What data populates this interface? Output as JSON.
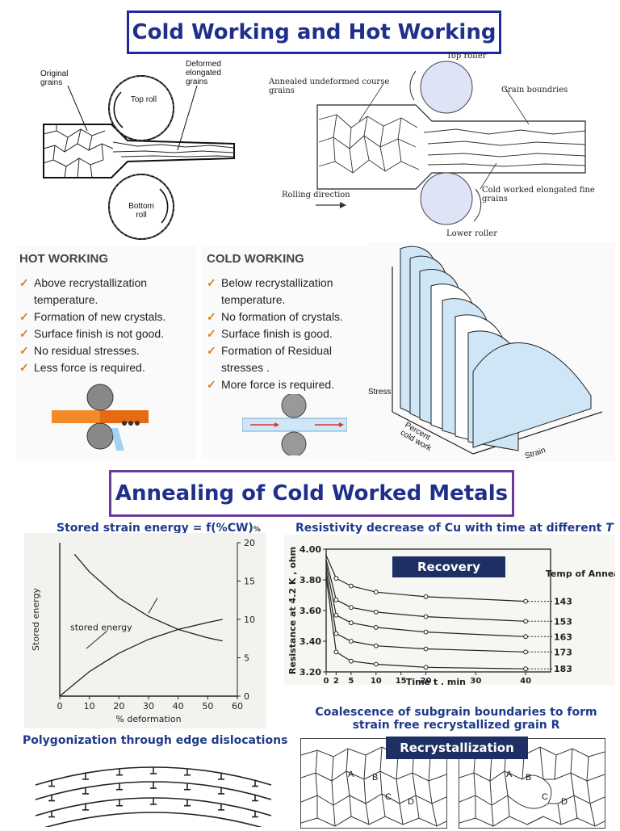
{
  "title_top": "Cold Working and Hot Working",
  "title_mid": "Annealing of Cold Worked Metals",
  "rolling_left": {
    "original_grains": "Original grains",
    "deformed_grains": "Deformed elongated grains",
    "top_roll": "Top roll",
    "bottom_roll": "Bottom roll"
  },
  "rolling_right": {
    "top_roller": "Top roller",
    "annealed": "Annealed undeformed course grains",
    "grain_boundries": "Grain boundries",
    "rolling_direction": "Rolling direction",
    "cold_worked": "Cold worked elongated fine grains",
    "lower_roller": "Lower roller"
  },
  "hot_working": {
    "heading": "HOT WORKING",
    "items": [
      "Above recrystallization temperature.",
      "Formation of new crystals.",
      "Surface finish is not good.",
      "No residual stresses.",
      "Less force is required."
    ]
  },
  "cold_working": {
    "heading": "COLD WORKING",
    "items": [
      "Below recrystallization temperature.",
      "No formation of crystals.",
      "Surface finish is good.",
      "Formation of Residual stresses .",
      "More force is required."
    ]
  },
  "stress_plot": {
    "stress": "Stress",
    "percent": "Percent cold work",
    "strain": "Strain"
  },
  "energy_chart": {
    "caption": "Stored strain energy = f(%CW)",
    "ylabel": "Stored energy",
    "curve_label": "stored energy",
    "xlabel": "% deformation",
    "right_unit": "%",
    "xticks": [
      "0",
      "10",
      "20",
      "30",
      "40",
      "50",
      "60"
    ],
    "rticks": [
      "20",
      "15",
      "10",
      "5",
      "0"
    ]
  },
  "resist_chart": {
    "caption_prefix": "Resistivity decrease of Cu with time at different ",
    "caption_T": "T",
    "badge": "Recovery",
    "ylabel": "Resistance at 4.2 K , ohm",
    "xlabel": "Time t , min",
    "legend_title": "Temp of Anneal, K",
    "yticks": [
      "4.00",
      "3.80",
      "3.60",
      "3.40",
      "3.20"
    ],
    "xticks": [
      "0",
      "2",
      "5",
      "10",
      "15",
      "20",
      "30",
      "40"
    ]
  },
  "poly_caption": "Polygonization through edge dislocations",
  "coalescence_caption": "Coalescence of subgrain boundaries to form strain free recrystallized grain R",
  "recryst_badge": "Recrystallization",
  "grain_labels": [
    "A",
    "B",
    "C",
    "D"
  ],
  "chart_data": [
    {
      "type": "line",
      "title": "Stored strain energy = f(%CW)",
      "xlabel": "% deformation",
      "ylabel": "Stored energy",
      "xlim": [
        0,
        60
      ],
      "series": [
        {
          "name": "stored energy",
          "x": [
            0,
            10,
            20,
            30,
            40,
            50,
            55
          ],
          "y": [
            0.0,
            3.2,
            5.6,
            7.4,
            8.7,
            9.6,
            10.0
          ]
        },
        {
          "x": [
            5,
            10,
            20,
            30,
            40,
            50,
            55
          ],
          "y": [
            18.5,
            16.2,
            12.8,
            10.4,
            8.7,
            7.6,
            7.2
          ]
        }
      ],
      "y_right_ticks": [
        0,
        5,
        10,
        15,
        20
      ]
    },
    {
      "type": "line",
      "title": "Resistivity decrease of Cu with time at different T",
      "xlabel": "Time t , min",
      "ylabel": "Resistance at 4.2 K , ohm",
      "xlim": [
        0,
        45
      ],
      "ylim": [
        3.2,
        4.0
      ],
      "series": [
        {
          "name": "143",
          "x": [
            0,
            2,
            5,
            10,
            20,
            40
          ],
          "y": [
            3.96,
            3.81,
            3.76,
            3.72,
            3.69,
            3.66
          ]
        },
        {
          "name": "153",
          "x": [
            0,
            2,
            5,
            10,
            20,
            40
          ],
          "y": [
            3.93,
            3.67,
            3.62,
            3.59,
            3.56,
            3.53
          ]
        },
        {
          "name": "163",
          "x": [
            0,
            2,
            5,
            10,
            20,
            40
          ],
          "y": [
            3.9,
            3.57,
            3.52,
            3.49,
            3.46,
            3.43
          ]
        },
        {
          "name": "173",
          "x": [
            0,
            2,
            5,
            10,
            20,
            40
          ],
          "y": [
            3.86,
            3.45,
            3.4,
            3.37,
            3.35,
            3.33
          ]
        },
        {
          "name": "183",
          "x": [
            0,
            2,
            5,
            10,
            20,
            40
          ],
          "y": [
            3.82,
            3.33,
            3.27,
            3.25,
            3.23,
            3.22
          ]
        }
      ]
    }
  ]
}
